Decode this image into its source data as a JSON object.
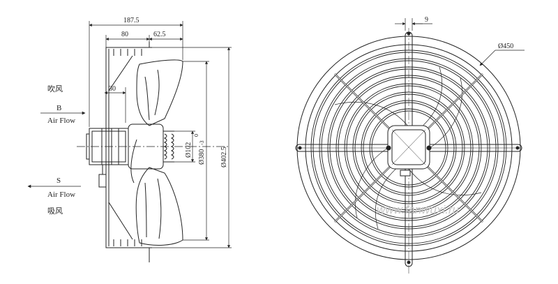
{
  "side_view": {
    "dim_overall_depth": "187.5",
    "dim_guard_depth": "80",
    "dim_motor_offset": "62.5",
    "dim_blade_offset": "30",
    "dim_hub_dia": "Ø102",
    "dim_blade_dia": "Ø380",
    "dim_blade_tol_upper": "0",
    "dim_blade_tol_lower": "-3",
    "dim_guard_dia": "Ø402.5"
  },
  "airflow_blow": {
    "cn": "吹风",
    "letter": "B",
    "text": "Air Flow"
  },
  "airflow_suck": {
    "cn": "吸风",
    "letter": "S",
    "text": "Air Flow"
  },
  "front_view": {
    "dim_bracket_width": "9",
    "dim_outer_dia": "Ø450"
  },
  "watermark": "www.fanwuxi.ru",
  "colors": {
    "line": "#222222",
    "watermark": "#c8c8c8"
  }
}
